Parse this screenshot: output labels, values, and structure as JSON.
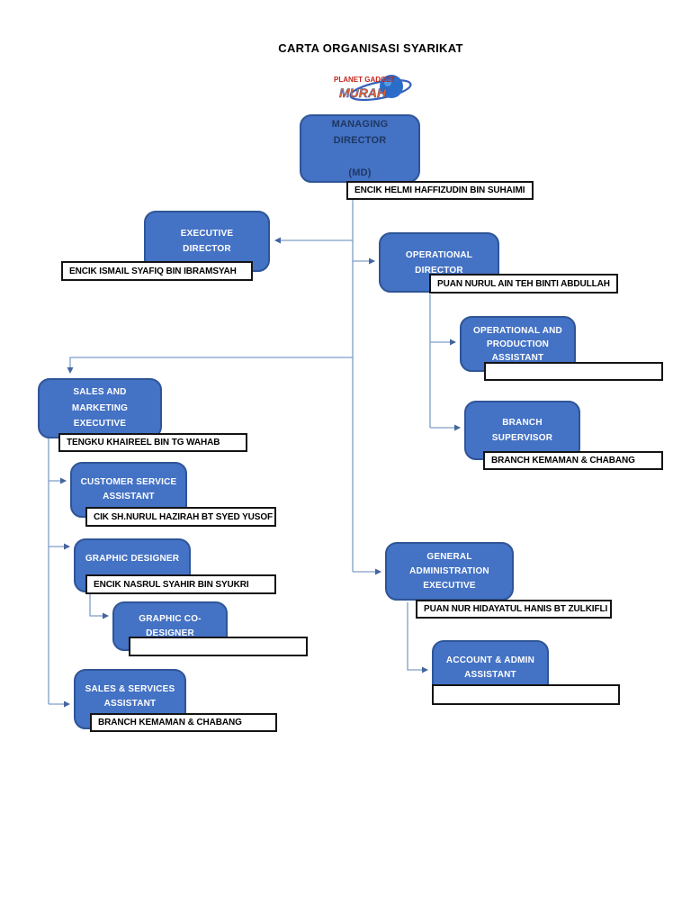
{
  "page": {
    "title": "CARTA ORGANISASI SYARIKAT"
  },
  "logo": {
    "line1": "PLANET GADGET",
    "line2": "MURAH"
  },
  "colors": {
    "box_fill": "#4472C4",
    "box_border": "#2F5597",
    "box_text": "#FFFFFF",
    "md_text": "#1F3864",
    "namebox_border": "#141414",
    "connector": "#7E9DC8",
    "arrowhead": "#44659E",
    "logo_red": "#C4251D",
    "logo_orange": "#E8612C",
    "logo_blue": "#2B6CC8"
  },
  "nodes": {
    "md": {
      "title": "MANAGING\nDIRECTOR\n\n(MD)",
      "name": "ENCIK HELMI HAFFIZUDIN BIN SUHAIMI"
    },
    "exec": {
      "title": "EXECUTIVE\nDIRECTOR",
      "name": "ENCIK ISMAIL SYAFIQ BIN IBRAMSYAH"
    },
    "opdir": {
      "title": "OPERATIONAL\nDIRECTOR",
      "name": "PUAN NURUL AIN TEH BINTI ABDULLAH"
    },
    "opprod": {
      "title": "OPERATIONAL AND\nPRODUCTION\nASSISTANT",
      "name": ""
    },
    "branchsup": {
      "title": "BRANCH\nSUPERVISOR",
      "name": "BRANCH KEMAMAN & CHABANG"
    },
    "salesmkt": {
      "title": "SALES AND\nMARKETING\nEXECUTIVE",
      "name": "TENGKU KHAIREEL BIN TG WAHAB"
    },
    "custsvc": {
      "title": "CUSTOMER SERVICE\nASSISTANT",
      "name": "CIK SH.NURUL HAZIRAH BT SYED YUSOF"
    },
    "graphic": {
      "title": "GRAPHIC DESIGNER",
      "name": "ENCIK NASRUL SYAHIR BIN SYUKRI"
    },
    "graphicco": {
      "title": "GRAPHIC CO-\nDESIGNER",
      "name": ""
    },
    "salessvc": {
      "title": "SALES & SERVICES\nASSISTANT",
      "name": "BRANCH KEMAMAN & CHABANG"
    },
    "genadmin": {
      "title": "GENERAL\nADMINISTRATION\nEXECUTIVE",
      "name": "PUAN NUR HIDAYATUL HANIS BT ZULKIFLI"
    },
    "account": {
      "title": "ACCOUNT & ADMIN\nASSISTANT",
      "name": ""
    }
  }
}
